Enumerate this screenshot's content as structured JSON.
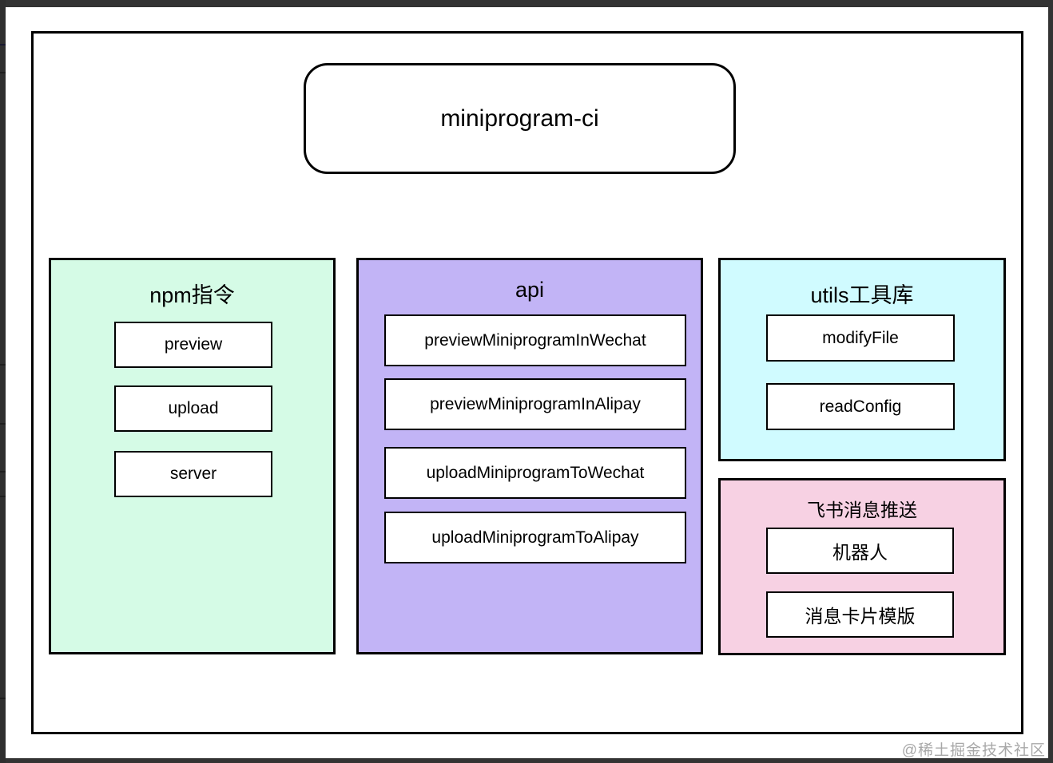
{
  "page": {
    "watermark": "@稀土掘金技术社区"
  },
  "diagram": {
    "title": "miniprogram-ci",
    "sections": [
      {
        "label": "npm指令",
        "bg": "#d5fbe6",
        "items": [
          "preview",
          "upload",
          "server"
        ]
      },
      {
        "label": "api",
        "bg": "#c2b4f6",
        "items": [
          "previewMiniprogramInWechat",
          "previewMiniprogramInAlipay",
          "uploadMiniprogramToWechat",
          "uploadMiniprogramToAlipay"
        ]
      },
      {
        "label": "utils工具库",
        "bg": "#d0fbff",
        "items": [
          "modifyFile",
          "readConfig"
        ]
      },
      {
        "label": "飞书消息推送",
        "bg": "#f7d1e3",
        "items": [
          "机器人",
          "消息卡片模版"
        ]
      }
    ],
    "colors": {
      "outer_background": "#333333",
      "frame_border": "#000000",
      "item_background": "#ffffff",
      "watermark_text": "#a8a8a8"
    }
  }
}
